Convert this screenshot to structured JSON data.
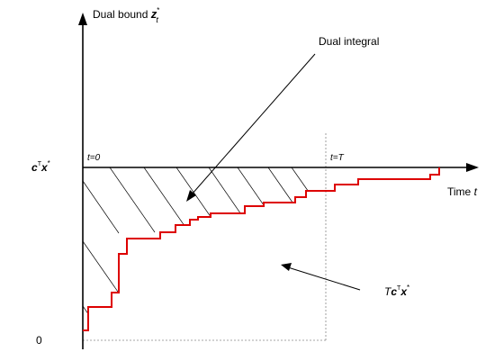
{
  "labels": {
    "y_axis_title": "Dual bound ",
    "y_axis_var": "z",
    "y_axis_sup": "*",
    "y_axis_sub": "t",
    "x_axis_title": "Time ",
    "x_axis_var": "t",
    "t0": "t=0",
    "tT": "t=T",
    "cx_c": "c",
    "cx_T": "T",
    "cx_x": "x",
    "cx_star": "*",
    "zero": "0",
    "dual_integral": "Dual integral",
    "area_T": "T",
    "area_c": "c",
    "area_sup_T": "T",
    "area_x": "x",
    "area_star": "*"
  },
  "colors": {
    "axis": "#000000",
    "step_curve": "#dd0000",
    "hatch": "#000000",
    "dashed": "#888888"
  }
}
